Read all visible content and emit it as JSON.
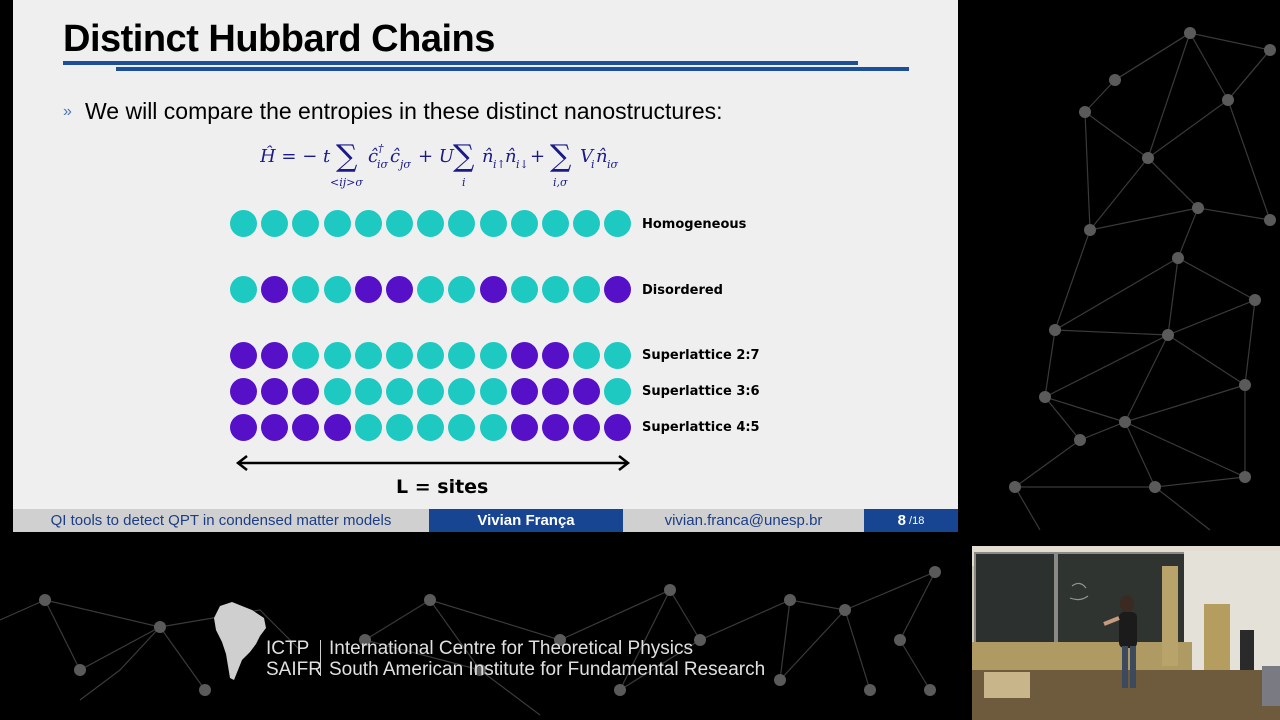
{
  "slide": {
    "title": "Distinct Hubbard Chains",
    "bullet_icon": "double-chevron-right-icon",
    "bullet": "We will compare the entropies in these distinct nanostructures:",
    "formula": {
      "lhs": "Ĥ = − t",
      "sum1_lower": "<ij>σ",
      "term1": "ĉ",
      "term1_sup": "†",
      "term1_sub": "iσ",
      "term1b": "ĉ",
      "term1b_sub": "jσ",
      "plus_u": "+ U",
      "sum2_lower": "i",
      "term2a": "n̂",
      "term2a_sub": "i↑",
      "term2b": "n̂",
      "term2b_sub": "i↓",
      "plus2": "+",
      "sum3_lower": "i,σ",
      "term3a": "V",
      "term3a_sub": "i",
      "term3b": "n̂",
      "term3b_sub": "iσ",
      "sum_symbol": "∑"
    },
    "chains": [
      {
        "label": "Homogeneous",
        "pattern": "ccccccccccccc"
      },
      {
        "label": "Disordered",
        "pattern": "cpccppccpcccp"
      },
      {
        "label": "Superlattice 2:7",
        "pattern": "ppcccccccppcc"
      },
      {
        "label": "Superlattice 3:6",
        "pattern": "pppccccccpppc"
      },
      {
        "label": "Superlattice 4:5",
        "pattern": "ppppcccccpppp"
      }
    ],
    "colors": {
      "c": "#1dc9c1",
      "p": "#5510c8"
    },
    "length_label": "L = sites"
  },
  "footer": {
    "topic": "QI tools to detect QPT in condensed matter models",
    "author": "Vivian França",
    "email": "vivian.franca@unesp.br",
    "page": "8",
    "total": "/18"
  },
  "logo": {
    "line1_abbr": "ICTP",
    "line2_abbr": "SAIFR",
    "line1": "International Centre for Theoretical Physics",
    "line2": "South American Institute for Fundamental Research"
  }
}
